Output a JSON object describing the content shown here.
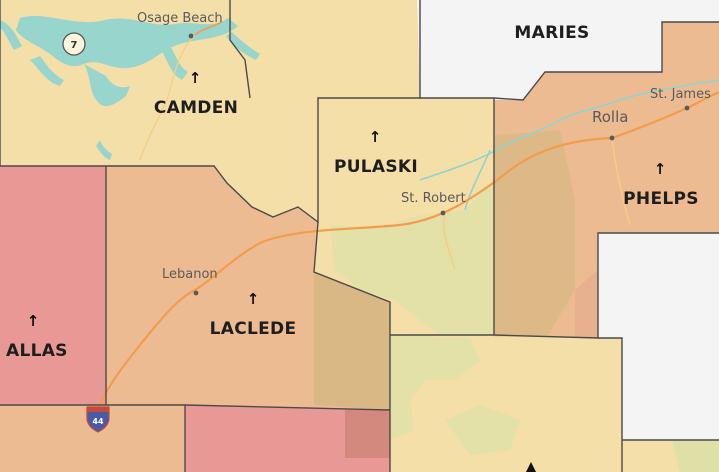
{
  "colors": {
    "level_light": "#f5dfa8",
    "level_orange": "#edbb92",
    "level_red": "#e89996",
    "no_data": "#f4f4f4",
    "forest": "#d7dfa0",
    "lake": "#8ed5d0",
    "highway": "#f39c4c"
  },
  "counties": [
    {
      "name": "CAMDEN",
      "level": "light"
    },
    {
      "name": "MARIES",
      "level": "no-data"
    },
    {
      "name": "PULASKI",
      "level": "light"
    },
    {
      "name": "PHELPS",
      "level": "orange"
    },
    {
      "name": "LACLEDE",
      "level": "orange"
    },
    {
      "name": "ALLAS",
      "level": "red"
    }
  ],
  "cities": [
    {
      "name": "Osage Beach"
    },
    {
      "name": "St. James"
    },
    {
      "name": "Rolla"
    },
    {
      "name": "St. Robert"
    },
    {
      "name": "Lebanon"
    }
  ],
  "route_markers": [
    {
      "label": "7",
      "kind": "state-route"
    },
    {
      "label": "44",
      "kind": "interstate"
    }
  ],
  "trend_icon": "up-arrow-icon",
  "trend_glyph": "↑"
}
